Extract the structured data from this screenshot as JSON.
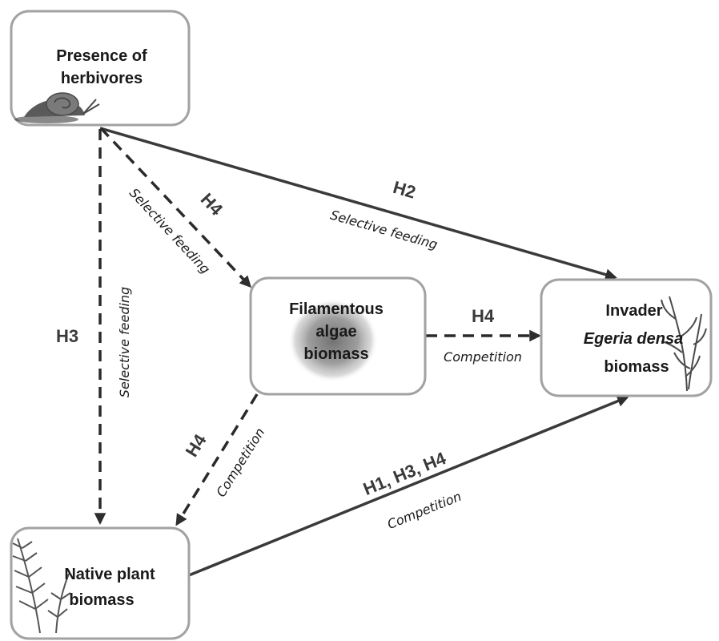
{
  "nodes": {
    "herbivores": {
      "line1": "Presence of",
      "line2": "herbivores",
      "icon": "snail-icon"
    },
    "algae": {
      "line1": "Filamentous",
      "line2": "algae",
      "line3": "biomass",
      "icon": "algae-blob-icon"
    },
    "invader": {
      "line1": "Invader",
      "line2": "Egeria densa",
      "line3": "biomass",
      "icon": "waterweed-icon"
    },
    "native": {
      "line1": "Native plant",
      "line2": "biomass",
      "icon": "fern-icon"
    }
  },
  "links": {
    "h2": {
      "hypothesis": "H2",
      "mechanism": "Selective feeding"
    },
    "h4_herb_algae": {
      "hypothesis": "H4",
      "mechanism": "Selective feeding"
    },
    "h3": {
      "hypothesis": "H3",
      "mechanism": "Selective feeding"
    },
    "h4_algae_invader": {
      "hypothesis": "H4",
      "mechanism": "Competition"
    },
    "h4_algae_native": {
      "hypothesis": "H4",
      "mechanism": "Competition"
    },
    "h134": {
      "hypothesis": "H1, H3, H4",
      "mechanism": "Competition"
    }
  },
  "colors": {
    "box_border": "#a2a2a2",
    "arrow": "#3a3a3a",
    "text": "#1a1a1a"
  }
}
